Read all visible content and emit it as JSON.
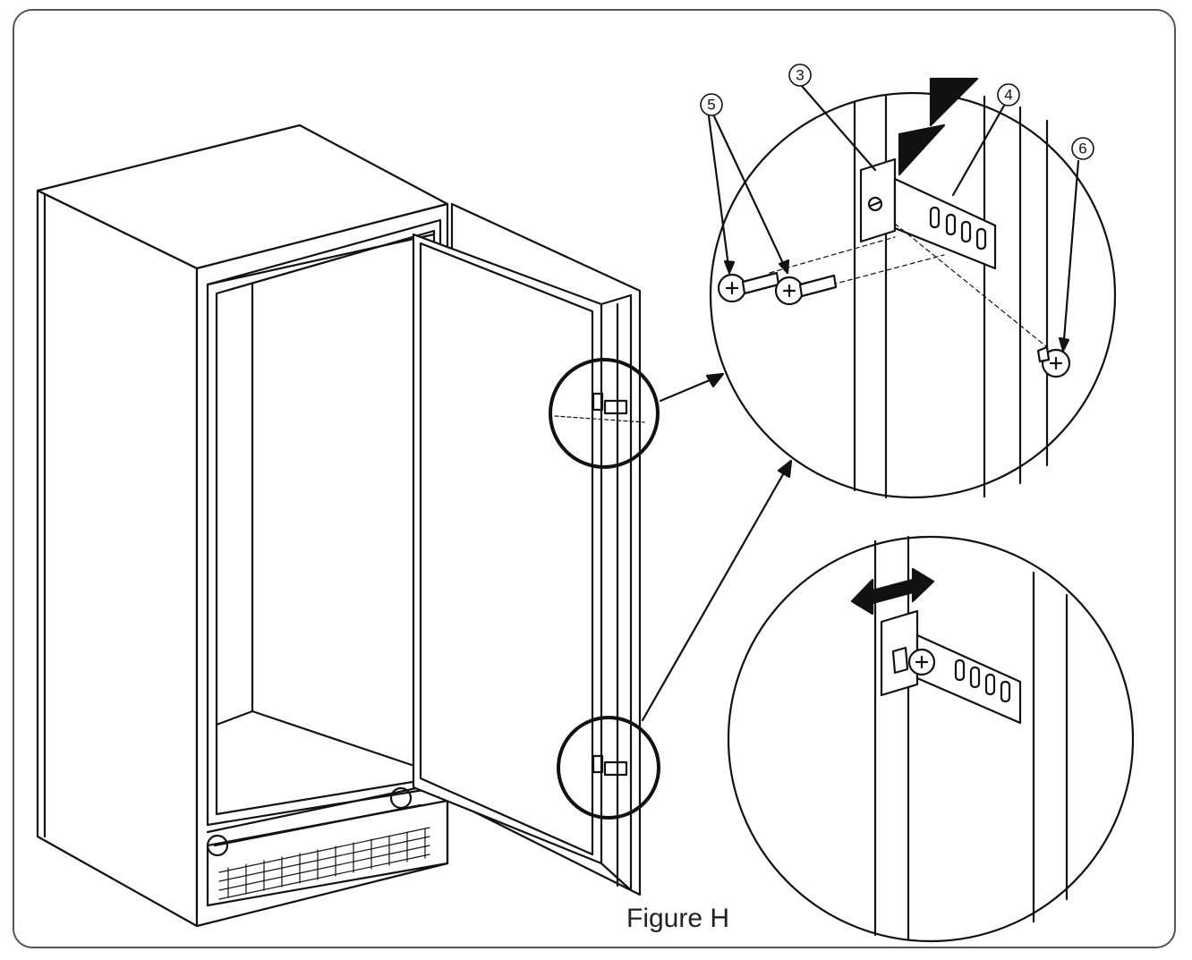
{
  "figure": {
    "caption": "Figure H"
  },
  "callouts": [
    {
      "id": "callout-3",
      "label": "3"
    },
    {
      "id": "callout-4",
      "label": "4"
    },
    {
      "id": "callout-5",
      "label": "5"
    },
    {
      "id": "callout-6",
      "label": "6"
    }
  ],
  "colors": {
    "line": "#111111",
    "frame": "#555555",
    "background": "#ffffff"
  }
}
